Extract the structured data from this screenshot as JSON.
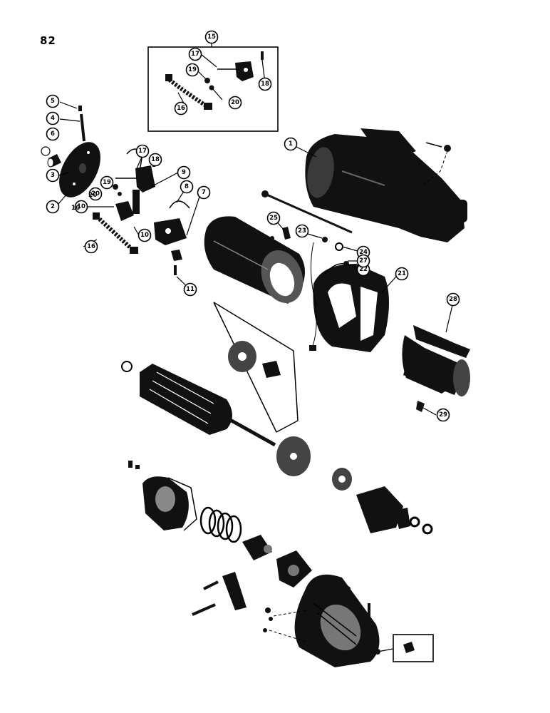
{
  "page": {
    "number": "82"
  },
  "callouts": [
    {
      "id": "c1",
      "label": "1"
    },
    {
      "id": "c2",
      "label": "2"
    },
    {
      "id": "c3",
      "label": "3"
    },
    {
      "id": "c4",
      "label": "4"
    },
    {
      "id": "c5",
      "label": "5"
    },
    {
      "id": "c6",
      "label": "6"
    },
    {
      "id": "c7",
      "label": "7"
    },
    {
      "id": "c8",
      "label": "8"
    },
    {
      "id": "c9",
      "label": "9"
    },
    {
      "id": "c10a",
      "label": "10"
    },
    {
      "id": "c10b",
      "label": "10"
    },
    {
      "id": "c11",
      "label": "11"
    },
    {
      "id": "c15",
      "label": "15"
    },
    {
      "id": "c16a",
      "label": "16"
    },
    {
      "id": "c16b",
      "label": "16"
    },
    {
      "id": "c17a",
      "label": "17"
    },
    {
      "id": "c17b",
      "label": "17"
    },
    {
      "id": "c18a",
      "label": "18"
    },
    {
      "id": "c18b",
      "label": "18"
    },
    {
      "id": "c19a",
      "label": "19"
    },
    {
      "id": "c19b",
      "label": "19"
    },
    {
      "id": "c20a",
      "label": "20"
    },
    {
      "id": "c20b",
      "label": "20"
    },
    {
      "id": "c21",
      "label": "21"
    },
    {
      "id": "c22",
      "label": "22"
    },
    {
      "id": "c23",
      "label": "23"
    },
    {
      "id": "c24",
      "label": "24"
    },
    {
      "id": "c25",
      "label": "25"
    },
    {
      "id": "c27",
      "label": "27"
    },
    {
      "id": "c28",
      "label": "28"
    },
    {
      "id": "c29",
      "label": "29"
    }
  ],
  "plain_labels": [
    {
      "id": "l10",
      "label": "10"
    },
    {
      "id": "l20",
      "label": "20"
    }
  ]
}
